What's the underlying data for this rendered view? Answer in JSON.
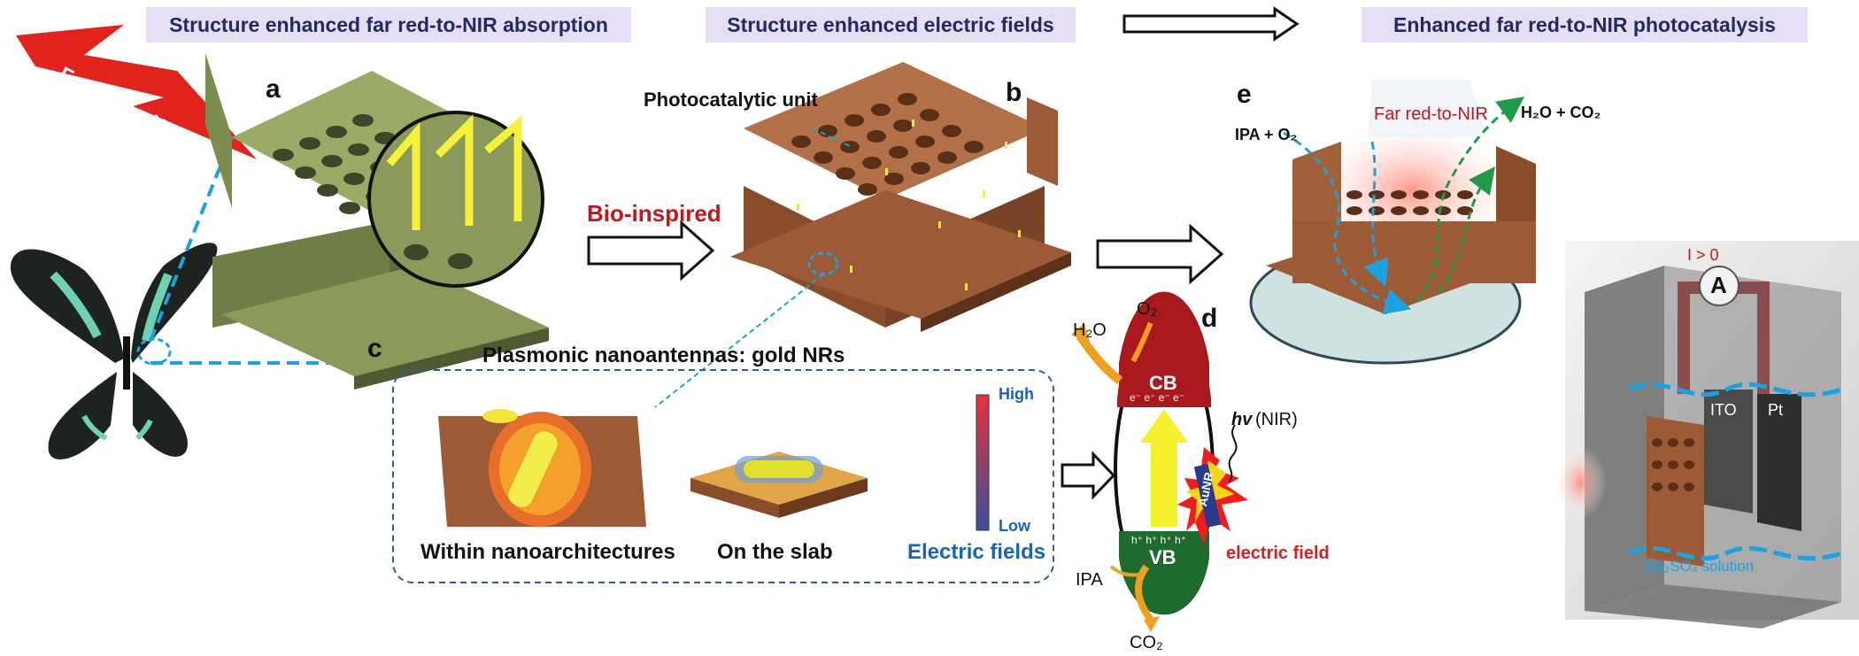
{
  "headers": {
    "absorption": "Structure enhanced far red-to-NIR absorption",
    "fields": "Structure enhanced electric fields",
    "photocatalysis": "Enhanced far red-to-NIR photocatalysis"
  },
  "panels": {
    "a": "a",
    "b": "b",
    "c": "c",
    "d": "d",
    "e": "e"
  },
  "labels": {
    "far_red_nir": "Far red-to-NIR",
    "bio_inspired": "Bio-inspired",
    "photocatalytic_unit": "Photocatalytic unit",
    "nanoantennas": "Plasmonic nanoantennas: gold NRs",
    "within": "Within nanoarchitectures",
    "on_slab": "On the slab",
    "electric_fields": "Electric fields",
    "high": "High",
    "low": "Low",
    "h2o": "H₂O",
    "o2": "O₂",
    "cb": "CB",
    "vb": "VB",
    "electrons": "e⁻ e⁻ e⁻ e⁻",
    "holes": "h⁺ h⁺ h⁺ h⁺",
    "hv": "hv",
    "nir": "(NIR)",
    "aunr": "AuNR",
    "electric_field": "electric field",
    "ipa": "IPA",
    "co2": "CO₂",
    "ipa_o2": "IPA + O₂",
    "h2o_co2": "H₂O + CO₂",
    "far_red_nir_e": "Far red-to-NIR",
    "i_gt_0": "I > 0",
    "ammeter": "A",
    "ito": "ITO",
    "pt": "Pt",
    "solution": "Na₂SO₄ solution"
  },
  "colors": {
    "header_bg": "#e6def2",
    "header_text": "#1f2a66",
    "green_structure": "#8a9a5b",
    "brown_structure": "#a0603a",
    "red_arrow": "#e0231c",
    "cb_fill": "#a8181c",
    "vb_fill": "#1f6a2e",
    "blue_dash": "#1aa3e0",
    "field_blue": "#1763b8",
    "field_red": "#d42020"
  }
}
